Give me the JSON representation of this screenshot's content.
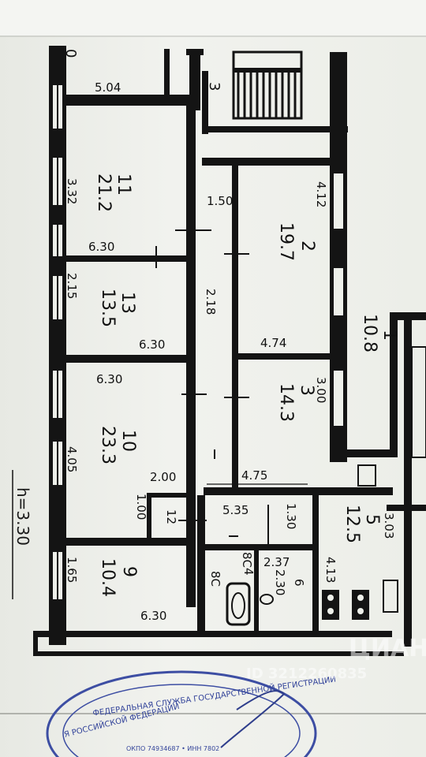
{
  "floor_plan": {
    "ceiling_height": "h=3.30",
    "rooms": [
      {
        "number": "11",
        "area": "21.2"
      },
      {
        "number": "2",
        "area": "19.7"
      },
      {
        "number": "13",
        "area": "13.5"
      },
      {
        "number": "1",
        "area": "10.8"
      },
      {
        "number": "3",
        "area": "14.3"
      },
      {
        "number": "10",
        "area": "23.3"
      },
      {
        "number": "5",
        "area": "12.5"
      },
      {
        "number": "9",
        "area": "10.4"
      },
      {
        "number": "4",
        "area": ""
      },
      {
        "number": "6",
        "area": "2.30"
      },
      {
        "number": "12",
        "area": ""
      }
    ],
    "dimensions": {
      "d_504": "5.04",
      "d_332": "3.32",
      "d_630_a": "6.30",
      "d_215": "2.15",
      "d_630_b": "6.30",
      "d_630_c": "6.30",
      "d_405": "4.05",
      "d_165": "1.65",
      "d_630_d": "6.30",
      "d_150": "1.50",
      "d_412": "4.12",
      "d_218": "2.18",
      "d_474": "4.74",
      "d_300": "3.00",
      "d_475": "4.75",
      "d_200": "2.00",
      "d_100": "1.00",
      "d_535": "5.35",
      "d_130": "1.30",
      "d_237": "2.37",
      "d_413": "4.13",
      "d_303": "3.03",
      "d_8c_a": "8C",
      "d_8c_b": "8C"
    },
    "marks": {
      "corner_a": "0",
      "corner_b": "3"
    }
  },
  "stamp": {
    "line1": "ФЕДЕРАЛЬНАЯ СЛУЖБА ГОСУДАРСТВЕННОЙ РЕГИСТРАЦИИ",
    "line2": "Я РОССИЙСКОЙ ФЕДЕРАЦИИ",
    "line3": "ОКПО 74934687 • ИНН 7802"
  },
  "watermark": {
    "brand": "ЦИАН",
    "id": "ID 3212260835"
  }
}
